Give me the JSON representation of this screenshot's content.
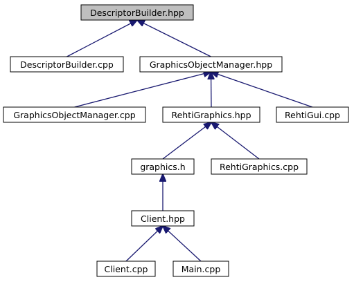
{
  "colors": {
    "edge": "#191970",
    "node_fill": "#ffffff",
    "root_fill": "#bfbfbf",
    "node_stroke": "#000000"
  },
  "nodes": [
    {
      "id": "descriptorbuilder-hpp",
      "label": "DescriptorBuilder.hpp",
      "root": true
    },
    {
      "id": "descriptorbuilder-cpp",
      "label": "DescriptorBuilder.cpp"
    },
    {
      "id": "graphicsobjectmanager-hpp",
      "label": "GraphicsObjectManager.hpp"
    },
    {
      "id": "graphicsobjectmanager-cpp",
      "label": "GraphicsObjectManager.cpp"
    },
    {
      "id": "rehtigraphics-hpp",
      "label": "RehtiGraphics.hpp"
    },
    {
      "id": "rehtigui-cpp",
      "label": "RehtiGui.cpp"
    },
    {
      "id": "graphics-h",
      "label": "graphics.h"
    },
    {
      "id": "rehtigraphics-cpp",
      "label": "RehtiGraphics.cpp"
    },
    {
      "id": "client-hpp",
      "label": "Client.hpp"
    },
    {
      "id": "client-cpp",
      "label": "Client.cpp"
    },
    {
      "id": "main-cpp",
      "label": "Main.cpp"
    }
  ],
  "edges": [
    {
      "from": "descriptorbuilder-cpp",
      "to": "descriptorbuilder-hpp"
    },
    {
      "from": "graphicsobjectmanager-hpp",
      "to": "descriptorbuilder-hpp"
    },
    {
      "from": "graphicsobjectmanager-cpp",
      "to": "graphicsobjectmanager-hpp"
    },
    {
      "from": "rehtigraphics-hpp",
      "to": "graphicsobjectmanager-hpp"
    },
    {
      "from": "rehtigui-cpp",
      "to": "graphicsobjectmanager-hpp"
    },
    {
      "from": "graphics-h",
      "to": "rehtigraphics-hpp"
    },
    {
      "from": "rehtigraphics-cpp",
      "to": "rehtigraphics-hpp"
    },
    {
      "from": "client-hpp",
      "to": "graphics-h"
    },
    {
      "from": "client-cpp",
      "to": "client-hpp"
    },
    {
      "from": "main-cpp",
      "to": "client-hpp"
    }
  ]
}
